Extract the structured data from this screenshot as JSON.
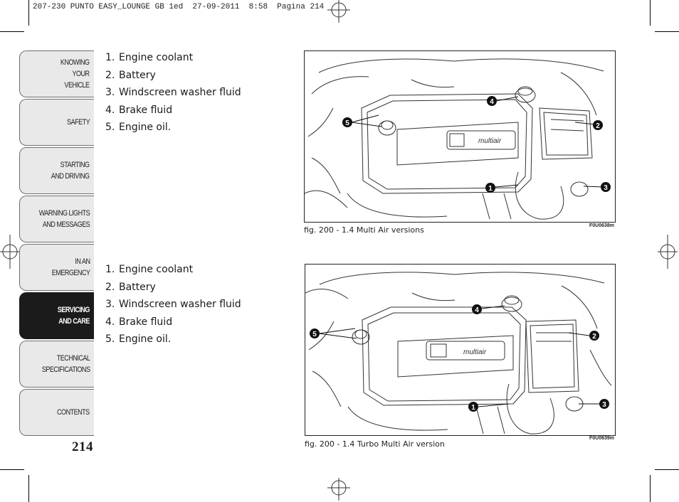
{
  "header": {
    "line": "207-230 PUNTO EASY_LOUNGE GB 1ed  27-09-2011  8:58  Pagina 214"
  },
  "sidebar": {
    "tabs": [
      {
        "label": "KNOWING\nYOUR\nVEHICLE",
        "active": false
      },
      {
        "label": "SAFETY",
        "active": false
      },
      {
        "label": "STARTING\nAND DRIVING",
        "active": false
      },
      {
        "label": "WARNING LIGHTS\nAND MESSAGES",
        "active": false
      },
      {
        "label": "IN AN\nEMERGENCY",
        "active": false
      },
      {
        "label": "SERVICING\nAND CARE",
        "active": true
      },
      {
        "label": "TECHNICAL\nSPECIFICATIONS",
        "active": false
      },
      {
        "label": "CONTENTS",
        "active": false
      }
    ],
    "active_color": "#1b1b1b"
  },
  "page_number": "214",
  "section1": {
    "items": [
      {
        "num": "1.",
        "text": "Engine coolant"
      },
      {
        "num": "2.",
        "text": "Battery"
      },
      {
        "num": "3.",
        "text": "Windscreen washer fluid"
      },
      {
        "num": "4.",
        "text": "Brake fluid"
      },
      {
        "num": "5.",
        "text": "Engine oil."
      }
    ],
    "caption": "fig. 200 - 1.4 Multi Air versions",
    "code": "F0U0638m",
    "brand": "multiair",
    "callouts": [
      "1",
      "2",
      "3",
      "4",
      "5"
    ]
  },
  "section2": {
    "items": [
      {
        "num": "1.",
        "text": "Engine coolant"
      },
      {
        "num": "2.",
        "text": "Battery"
      },
      {
        "num": "3.",
        "text": "Windscreen washer fluid"
      },
      {
        "num": "4.",
        "text": "Brake fluid"
      },
      {
        "num": "5.",
        "text": "Engine oil."
      }
    ],
    "caption": "fig. 200 - 1.4 Turbo Multi Air version",
    "code": "F0U0639m",
    "brand": "multiair",
    "callouts": [
      "1",
      "2",
      "3",
      "4",
      "5"
    ]
  }
}
